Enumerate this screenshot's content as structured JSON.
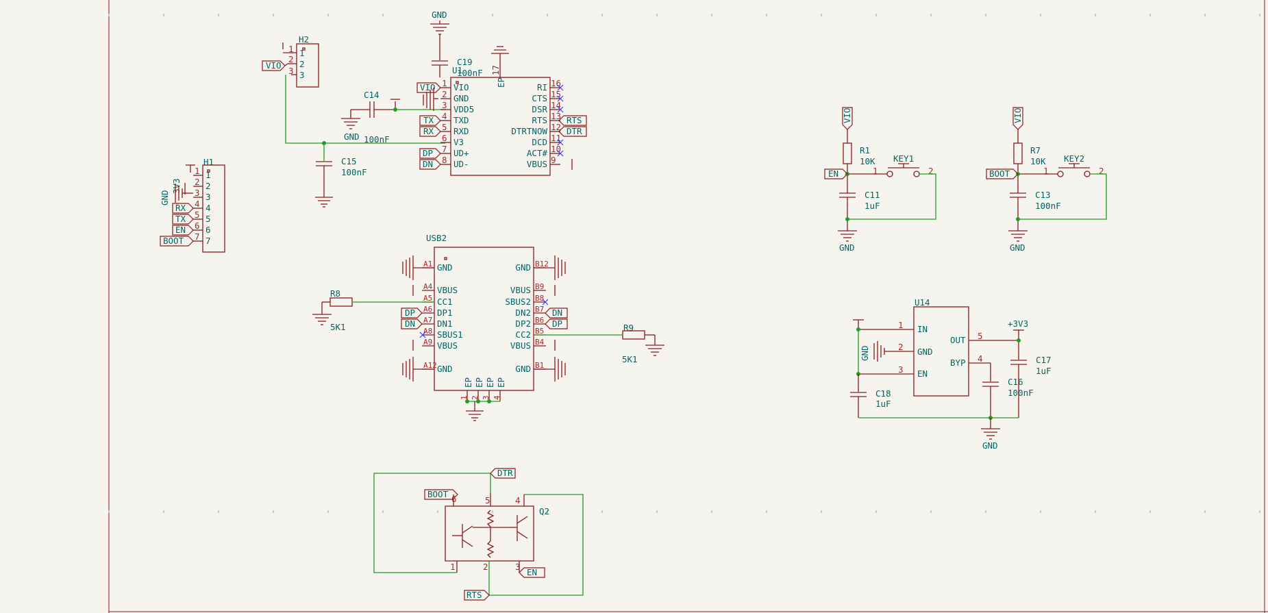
{
  "gnd": "GND",
  "vio": "VIO",
  "v3v3": "3V3",
  "p3v3": "+3V3",
  "nets": {
    "tx": "TX",
    "rx": "RX",
    "dp": "DP",
    "dn": "DN",
    "en": "EN",
    "boot": "BOOT",
    "rts": "RTS",
    "dtr": "DTR"
  },
  "h2": {
    "ref": "H2",
    "pins": [
      "1",
      "2",
      "3"
    ]
  },
  "h1": {
    "ref": "H1",
    "pins": [
      "1",
      "2",
      "3",
      "4",
      "5",
      "6",
      "7"
    ]
  },
  "c14": {
    "ref": "C14",
    "value": "100nF"
  },
  "c15": {
    "ref": "C15",
    "value": "100nF"
  },
  "c19": {
    "ref": "C19",
    "value": "100nF"
  },
  "u1": {
    "ref": "U1",
    "ep": "EP",
    "ep_num": "17",
    "left": [
      [
        "1",
        "VIO"
      ],
      [
        "2",
        "GND"
      ],
      [
        "3",
        "VDD5"
      ],
      [
        "4",
        "TXD"
      ],
      [
        "5",
        "RXD"
      ],
      [
        "6",
        "V3"
      ],
      [
        "7",
        "UD+"
      ],
      [
        "8",
        "UD-"
      ]
    ],
    "right": [
      [
        "16",
        "RI"
      ],
      [
        "15",
        "CTS"
      ],
      [
        "14",
        "DSR"
      ],
      [
        "13",
        "RTS"
      ],
      [
        "12",
        "DTRTNOW"
      ],
      [
        "11",
        "DCD"
      ],
      [
        "10",
        "ACT#"
      ],
      [
        "9",
        "VBUS"
      ]
    ]
  },
  "usb2": {
    "ref": "USB2",
    "left": [
      [
        "A1",
        "GND"
      ],
      [
        "A4",
        "VBUS"
      ],
      [
        "A5",
        "CC1"
      ],
      [
        "A6",
        "DP1"
      ],
      [
        "A7",
        "DN1"
      ],
      [
        "A8",
        "SBUS1"
      ],
      [
        "A9",
        "VBUS"
      ],
      [
        "A12",
        "GND"
      ]
    ],
    "right": [
      [
        "B12",
        "GND"
      ],
      [
        "B9",
        "VBUS"
      ],
      [
        "B8",
        "SBUS2"
      ],
      [
        "B7",
        "DN2"
      ],
      [
        "B6",
        "DP2"
      ],
      [
        "B5",
        "CC2"
      ],
      [
        "B4",
        "VBUS"
      ],
      [
        "B1",
        "GND"
      ]
    ],
    "ep": [
      "EP",
      "EP",
      "EP",
      "EP"
    ],
    "ep_nums": [
      "1",
      "2",
      "3",
      "4"
    ]
  },
  "r8": {
    "ref": "R8",
    "value": "5K1"
  },
  "r9": {
    "ref": "R9",
    "value": "5K1"
  },
  "r1": {
    "ref": "R1",
    "value": "10K"
  },
  "r7": {
    "ref": "R7",
    "value": "10K"
  },
  "key1": {
    "ref": "KEY1",
    "p1": "1",
    "p2": "2"
  },
  "key2": {
    "ref": "KEY2",
    "p1": "1",
    "p2": "2"
  },
  "c11": {
    "ref": "C11",
    "value": "1uF"
  },
  "c13": {
    "ref": "C13",
    "value": "100nF"
  },
  "u14": {
    "ref": "U14",
    "pins": [
      [
        "1",
        "IN"
      ],
      [
        "2",
        "GND"
      ],
      [
        "3",
        "EN"
      ],
      [
        "5",
        "OUT"
      ],
      [
        "4",
        "BYP"
      ]
    ]
  },
  "c16": {
    "ref": "C16",
    "value": "100nF"
  },
  "c17": {
    "ref": "C17",
    "value": "1uF"
  },
  "c18": {
    "ref": "C18",
    "value": "1uF"
  },
  "q2": {
    "ref": "Q2",
    "pins": [
      "6",
      "5",
      "4",
      "1",
      "2",
      "3"
    ]
  }
}
